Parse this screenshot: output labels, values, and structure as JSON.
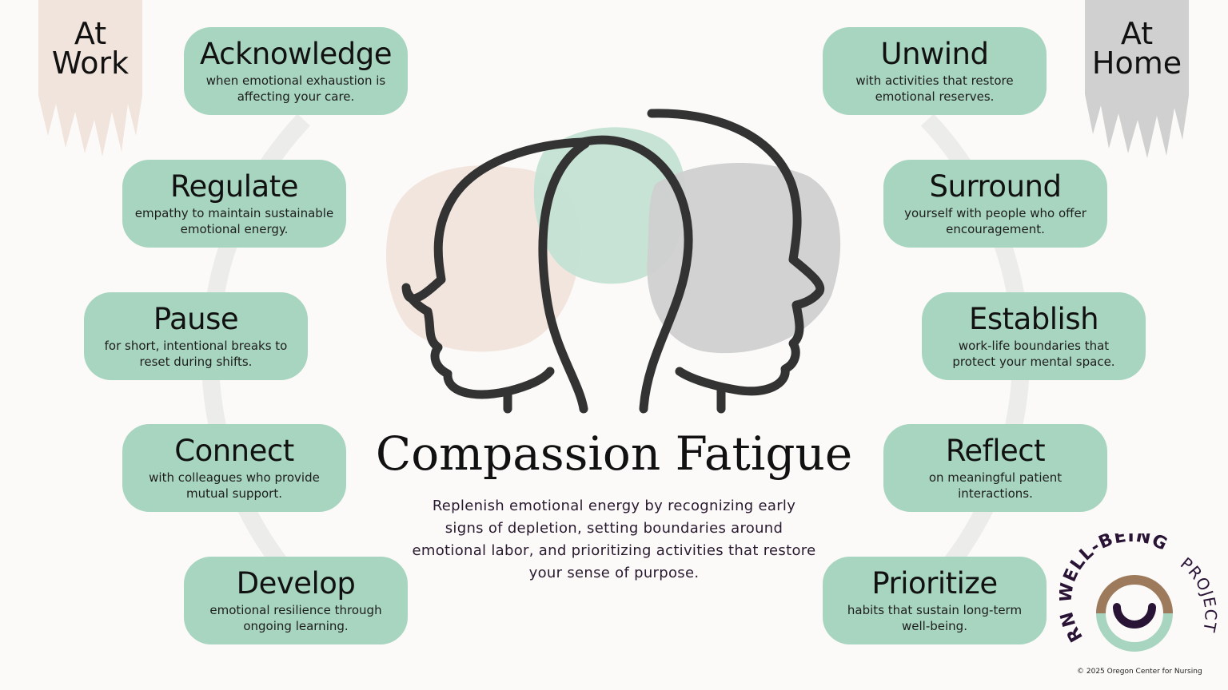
{
  "sections": {
    "work_label_line1": "At",
    "work_label_line2": "Work",
    "home_label_line1": "At",
    "home_label_line2": "Home"
  },
  "work_items": [
    {
      "heading": "Acknowledge",
      "line1": "when emotional exhaustion is",
      "line2": "affecting your care."
    },
    {
      "heading": "Regulate",
      "line1": "empathy to maintain sustainable",
      "line2": "emotional energy."
    },
    {
      "heading": "Pause",
      "line1": "for short, intentional breaks to",
      "line2": "reset during shifts."
    },
    {
      "heading": "Connect",
      "line1": "with colleagues who provide",
      "line2": "mutual support."
    },
    {
      "heading": "Develop",
      "line1": "emotional resilience through",
      "line2": "ongoing learning."
    }
  ],
  "home_items": [
    {
      "heading": "Unwind",
      "line1": "with activities that restore",
      "line2": "emotional reserves."
    },
    {
      "heading": "Surround",
      "line1": "yourself with people who offer",
      "line2": "encouragement."
    },
    {
      "heading": "Establish",
      "line1": "work-life boundaries that",
      "line2": "protect your mental space."
    },
    {
      "heading": "Reflect",
      "line1": "on meaningful patient",
      "line2": "interactions."
    },
    {
      "heading": "Prioritize",
      "line1": "habits that sustain long-term",
      "line2": "well-being."
    }
  ],
  "title": "Compassion Fatigue",
  "subtitle_lines": [
    "Replenish emotional energy by recognizing early",
    "signs of depletion, setting boundaries around",
    "emotional labor, and prioritizing activities that restore",
    "your sense of purpose."
  ],
  "logo": {
    "text_top": "RN WELL-BEING",
    "text_right": "PROJECT"
  },
  "copyright": "© 2025 Oregon Center for Nursing",
  "colors": {
    "pill": "#a8d5c0",
    "work_banner": "#f1e4dc",
    "home_banner": "#cfd0cf",
    "outline": "#333333",
    "logo_dark": "#2a1436",
    "logo_brown": "#9c7a5b"
  }
}
